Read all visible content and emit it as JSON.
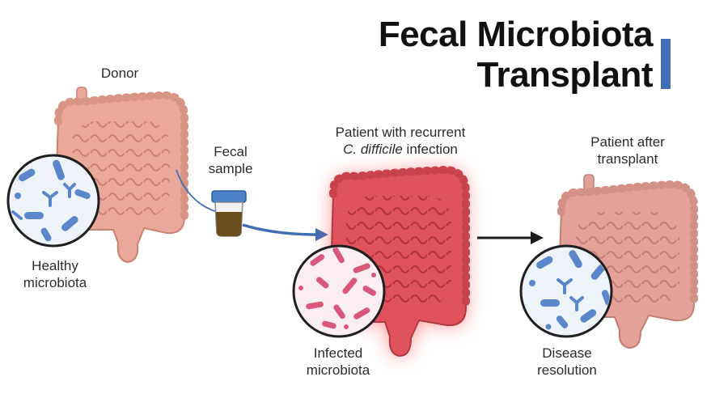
{
  "title": {
    "line1": "Fecal Microbiota",
    "line2": "Transplant"
  },
  "colors": {
    "accent_bar": "#3f6eb4",
    "intestine_healthy": "#e9a89a",
    "intestine_infected": "#e0525c",
    "glow": "#ff2a2a",
    "bacteria_healthy": "#5b86c9",
    "bacteria_infected": "#d9577a"
  },
  "labels": {
    "donor": "Donor",
    "fecal_sample_1": "Fecal",
    "fecal_sample_2": "sample",
    "healthy_1": "Healthy",
    "healthy_2": "microbiota",
    "patient_1": "Patient with recurrent",
    "patient_2_italic": "C. difficile",
    "patient_2_rest": " infection",
    "infected_1": "Infected",
    "infected_2": "microbiota",
    "after_1": "Patient after",
    "after_2": "transplant",
    "resolution_1": "Disease",
    "resolution_2": "resolution"
  },
  "icons": [
    "intestine-icon",
    "specimen-jar-icon",
    "arrow-icon",
    "microbiota-circle-icon"
  ]
}
